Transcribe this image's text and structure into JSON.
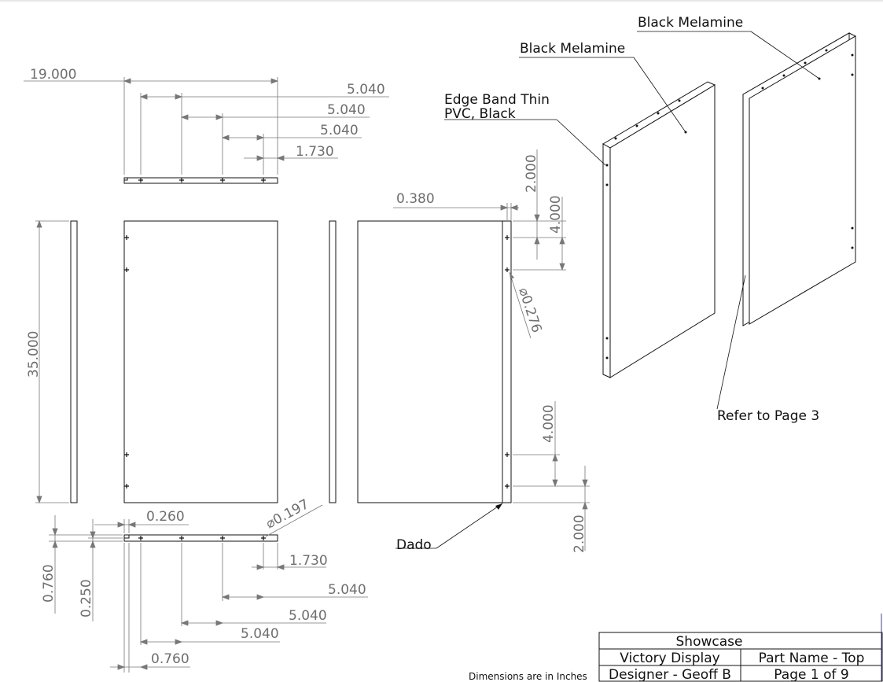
{
  "dimensions": {
    "top_overall": "19.000",
    "top_hole1": "5.040",
    "top_hole2": "5.040",
    "top_hole3": "5.040",
    "top_hole4": "1.730",
    "height": "35.000",
    "dado_offset": "0.380",
    "top_hole_2in": "2.000",
    "top_hole_4in": "4.000",
    "hole_dia": "⌀0.276",
    "bottom_hole_4in": "4.000",
    "bottom_hole_2in": "2.000",
    "bot_dado_width": "0.260",
    "bot_hole_dia": "⌀0.197",
    "bot_hole4": "1.730",
    "bot_hole3": "5.040",
    "bot_hole2": "5.040",
    "bot_hole1": "5.040",
    "bot_thickness": "0.760",
    "bot_dado_depth": "0.250",
    "bot_edge": "0.760"
  },
  "notes": {
    "material_back": "Black Melamine",
    "material_front": "Black Melamine",
    "edge_band_line1": "Edge Band Thin",
    "edge_band_line2": "PVC, Black",
    "refer": "Refer to Page 3",
    "dado": "Dado"
  },
  "title_block": {
    "project": "Showcase",
    "client": "Victory Display",
    "part_name": "Part Name - Top",
    "designer": "Designer - Geoff B",
    "page": "Page 1 of 9",
    "units_note": "Dimensions are in Inches"
  },
  "colors": {
    "geometry": "#111111",
    "dimension": "#6e6e6e"
  }
}
